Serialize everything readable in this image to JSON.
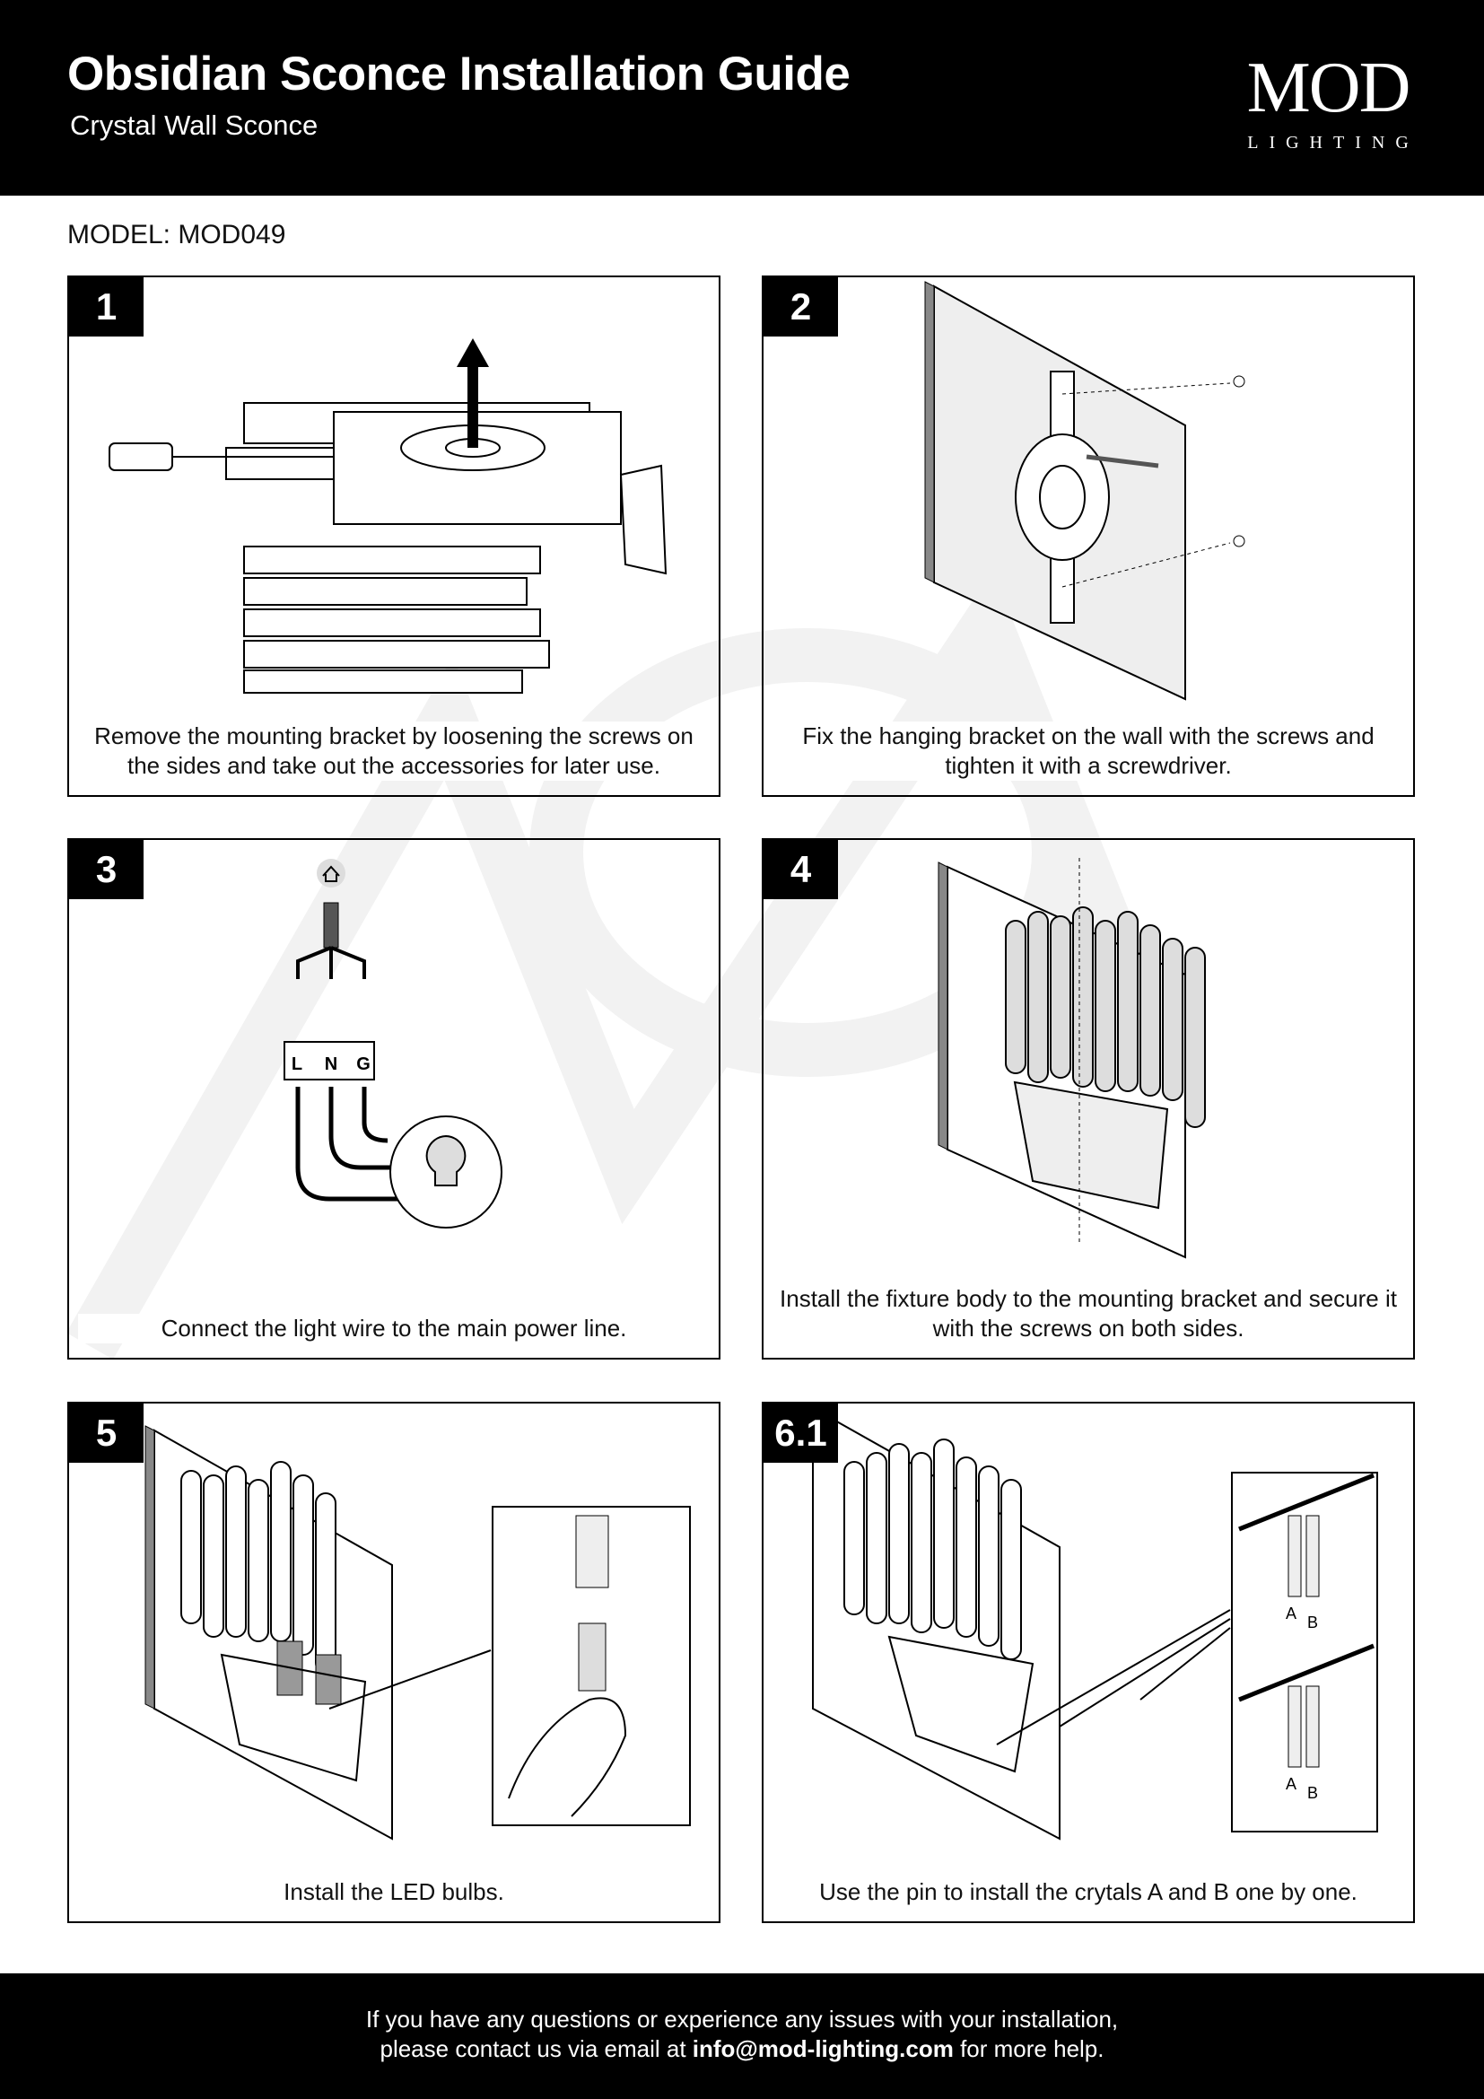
{
  "header": {
    "title": "Obsidian Sconce Installation Guide",
    "subtitle": "Crystal Wall Sconce",
    "logo_main": "MOD",
    "logo_sub": "LIGHTING"
  },
  "model": "MODEL: MOD049",
  "steps": [
    {
      "number": "1",
      "caption": "Remove the mounting bracket by loosening the screws on the sides and take out the accessories for later use."
    },
    {
      "number": "2",
      "caption": "Fix the hanging bracket on the wall with the screws and tighten it with a screwdriver."
    },
    {
      "number": "3",
      "caption": "Connect the light wire to the main power line.",
      "terminals": [
        "L",
        "N",
        "G"
      ]
    },
    {
      "number": "4",
      "caption": "Install the fixture body to the mounting bracket and secure it with the screws on both sides."
    },
    {
      "number": "5",
      "caption": "Install the LED bulbs."
    },
    {
      "number": "6.1",
      "caption": "Use the pin to install the crytals A and B one by one.",
      "labels": [
        "A",
        "B",
        "A",
        "B"
      ]
    }
  ],
  "footer": {
    "line1": "If you have any questions or experience any issues with your installation,",
    "line2_pre": "please contact us via email at ",
    "email": "info@mod-lighting.com",
    "line2_post": " for more help."
  }
}
